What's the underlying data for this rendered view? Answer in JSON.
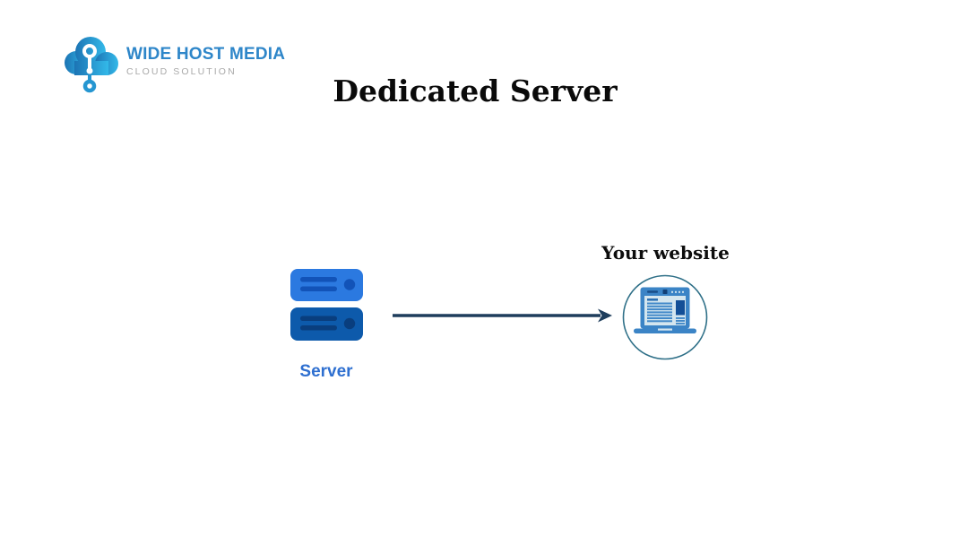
{
  "logo": {
    "name": "WIDE HOST MEDIA",
    "tagline": "CLOUD SOLUTION",
    "name_color": "#2e86c9",
    "tagline_color": "#a9a9a9",
    "icon": "cloud-circuit-icon",
    "icon_gradient_start": "#1c74b4",
    "icon_gradient_end": "#33b9e9"
  },
  "title": {
    "text": "Dedicated Server",
    "color": "#0a0a0a"
  },
  "diagram": {
    "server": {
      "label": "Server",
      "label_color": "#2e6fd0",
      "icon": "server-stack-icon",
      "top_unit_color": "#2b79e0",
      "top_detail_color": "#1253b8",
      "bottom_unit_color": "#0d5aab",
      "bottom_detail_color": "#093e7e"
    },
    "arrow": {
      "icon": "right-arrow",
      "direction": "right",
      "color": "#1e3d5c"
    },
    "website": {
      "label": "Your website",
      "label_color": "#0d0d0d",
      "icon": "laptop-icon",
      "circle_border_color": "#2f7088",
      "laptop_color": "#3b84c6",
      "laptop_screen_color": "#d4e6ef",
      "laptop_accent_color": "#134f97"
    }
  }
}
